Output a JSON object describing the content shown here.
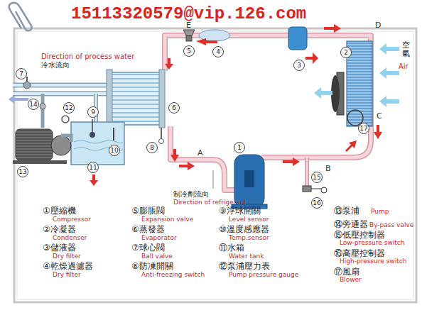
{
  "diagram": {
    "labels": [
      "15113320579@vip.126.com",
      "E",
      "Direction of process water",
      "冷水流向",
      "D",
      "空氣",
      "Air",
      "C",
      "B",
      "A",
      "制冷劑流向",
      "Direction of refrigerant",
      "1",
      "2",
      "3",
      "4",
      "5",
      "6",
      "7",
      "8",
      "9",
      "10",
      "11",
      "12",
      "13",
      "14",
      "15",
      "16",
      "17",
      "①壓縮機",
      "Compressor",
      "②冷凝器",
      "Condenser",
      "③儲液器",
      "Dry filter",
      "④乾燥過濾器",
      "Dry filter",
      "⑤膨脹閥",
      "Expansion valve",
      "⑥蒸發器",
      "Evaporator",
      "⑦球心閥",
      "Ball valve",
      "⑧防凍開關",
      "Anti-freezing switch",
      "⑨浮球開關",
      "Level sensor",
      "⑩溫度感應器",
      "Temp.sensor",
      "⑪水箱",
      "Water tank",
      "⑫泵浦壓力表",
      "Pump pressure gauge",
      "⑬泵浦",
      "Pump",
      "⑭旁通器",
      "By-pass valve",
      "⑮低壓控制器",
      "Low-pressure switch",
      "⑯高壓控制器",
      "High-pressure switch",
      "⑰風扇",
      "Blower"
    ]
  }
}
